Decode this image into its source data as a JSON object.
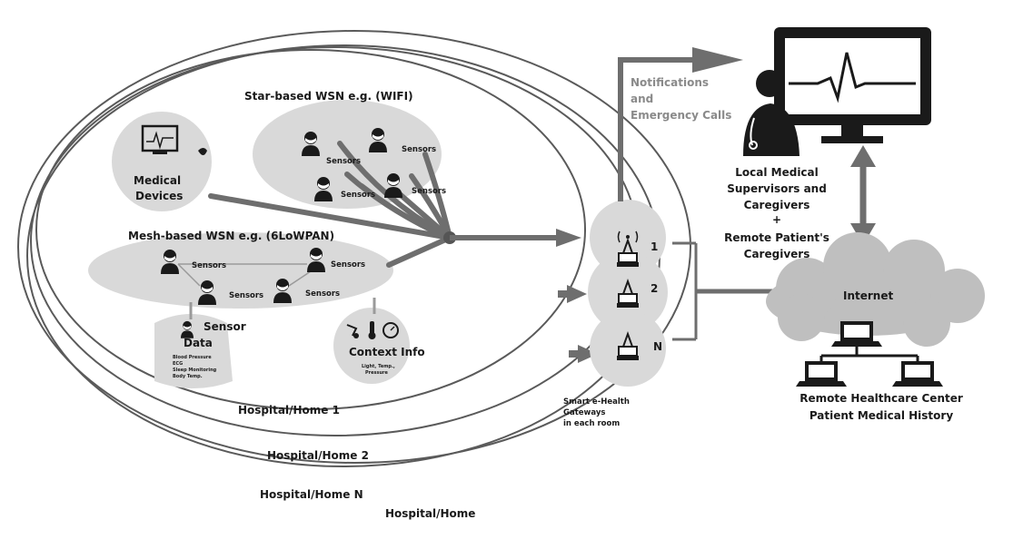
{
  "diagram": {
    "star_wsn_title": "Star-based WSN e.g. (WIFI)",
    "mesh_wsn_title": "Mesh-based WSN e.g. (6LoWPAN)",
    "medical_devices": [
      "Medical",
      "Devices"
    ],
    "sensor_label": "Sensors",
    "sensor_data": {
      "title": [
        "Sensor",
        "Data"
      ],
      "items": [
        "Blood Pressure",
        "ECG",
        "Sleep Monitoring",
        "Body Temp."
      ]
    },
    "context_info": {
      "title": "Context Info",
      "items": [
        "Light, Temp.,",
        "Pressure"
      ]
    },
    "hospital_labels": [
      "Hospital/Home 1",
      "Hospital/Home 2",
      "Hospital/Home N",
      "Hospital/Home"
    ],
    "gateways": {
      "labels": [
        "1",
        "2",
        "N"
      ],
      "caption": [
        "Smart e-Health",
        "Gateways",
        "in each room"
      ]
    },
    "notifications": [
      "Notifications",
      "and",
      "Emergency Calls"
    ],
    "supervisors": [
      "Local Medical",
      "Supervisors and",
      "Caregivers",
      "+",
      "Remote Patient's",
      "Caregivers"
    ],
    "internet_label": "Internet",
    "remote_center": [
      "Remote Healthcare Center",
      "Patient Medical History"
    ],
    "colors": {
      "bubble": "#d9d9d9",
      "cloud": "#bfbfbf",
      "arrow": "#6e6e6e",
      "ink": "#1a1a1a"
    }
  }
}
